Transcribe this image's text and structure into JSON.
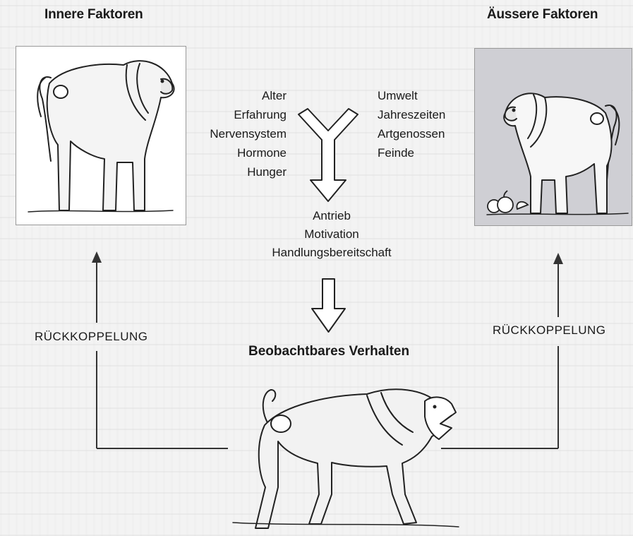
{
  "headings": {
    "inner": "Innere Faktoren",
    "outer": "Äussere Faktoren",
    "behavior": "Beobachtbares Verhalten"
  },
  "inner_factors": [
    "Alter",
    "Erfahrung",
    "Nervensystem",
    "Hormone",
    "Hunger"
  ],
  "outer_factors": [
    "Umwelt",
    "Jahreszeiten",
    "Artgenossen",
    "Feinde"
  ],
  "drive": [
    "Antrieb",
    "Motivation",
    "Handlungsbereitschaft"
  ],
  "feedback": {
    "left": "RÜCKKOPPELUNG",
    "right": "RÜCKKOPPELUNG"
  },
  "colors": {
    "outer_box_fill": "#cfcfd4",
    "inner_box_fill": "#ffffff",
    "line": "#333333"
  },
  "icons": [
    "baboon-sitting-left",
    "baboon-sitting-right",
    "baboon-yawning-walking",
    "fruit",
    "y-merge-arrow",
    "down-arrow",
    "up-arrow"
  ]
}
